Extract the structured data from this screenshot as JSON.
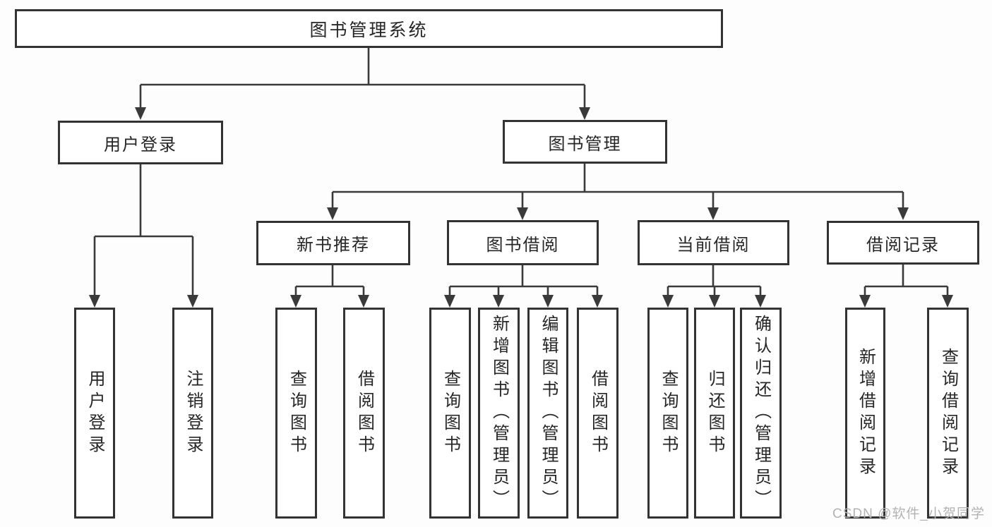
{
  "diagram": {
    "root": "图书管理系统",
    "branches": {
      "user_login": {
        "label": "用户登录",
        "children": [
          "用户登录",
          "注销登录"
        ]
      },
      "book_mgmt": {
        "label": "图书管理",
        "sections": {
          "new_book": {
            "label": "新书推荐",
            "children": [
              "查询图书",
              "借阅图书"
            ]
          },
          "borrow": {
            "label": "图书借阅",
            "children": [
              "查询图书",
              "新增图书（管理员）",
              "编辑图书（管理员）",
              "借阅图书"
            ]
          },
          "current": {
            "label": "当前借阅",
            "children": [
              "查询图书",
              "归还图书",
              "确认归还（管理员）"
            ]
          },
          "records": {
            "label": "借阅记录",
            "children": [
              "新增借阅记录",
              "查询借阅记录"
            ]
          }
        }
      }
    }
  },
  "watermark": "CSDN @软件_小贺同学",
  "colors": {
    "line": "#3a3a3a",
    "box_border": "#333333",
    "text": "#262626",
    "watermark": "#b3b3b3",
    "background": "#fdfdfd"
  }
}
